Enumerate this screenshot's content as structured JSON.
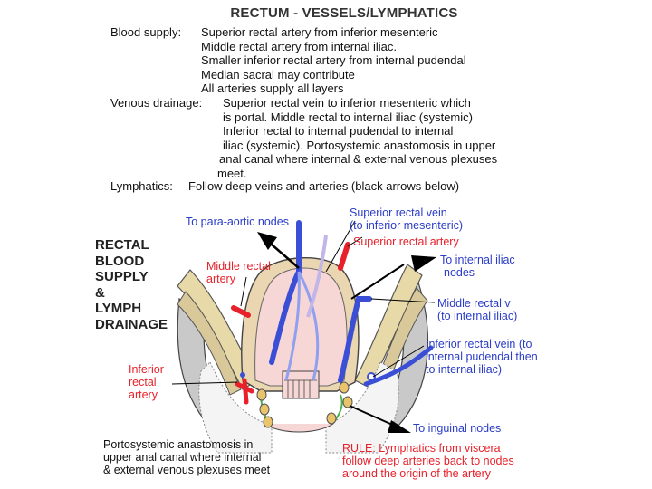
{
  "title": "RECTUM - VESSELS/LYMPHATICS",
  "blood_supply": {
    "label": "Blood supply:",
    "lines": [
      "Superior rectal artery from inferior mesenteric",
      "Middle rectal artery from internal iliac.",
      "Smaller inferior rectal artery from internal pudendal",
      "Median sacral may contribute",
      "All arteries supply all layers"
    ]
  },
  "venous_drainage": {
    "label": "Venous drainage:",
    "lines": [
      "Superior rectal vein to inferior mesenteric which",
      "is portal. Middle rectal to internal iliac (systemic)",
      "Inferior rectal to internal pudendal to internal",
      "iliac (systemic). Portosystemic anastomosis in upper",
      "anal canal where internal & external venous plexuses",
      "meet."
    ]
  },
  "lymphatics": {
    "label": "Lymphatics:",
    "text": "Follow deep veins and arteries (black arrows below)"
  },
  "left_heading": [
    "RECTAL",
    "BLOOD",
    "SUPPLY",
    "&",
    "LYMPH",
    "DRAINAGE"
  ],
  "labels": {
    "para_aortic": "To para-aortic nodes",
    "sup_rectal_vein": [
      "Superior rectal vein",
      "(to inferior mesenteric)"
    ],
    "sup_rectal_artery": "Superior rectal artery",
    "middle_rectal_artery": [
      "Middle rectal",
      "artery"
    ],
    "internal_iliac_nodes": [
      "To internal iliac",
      "nodes"
    ],
    "middle_rectal_vein": [
      "Middle rectal v",
      "(to internal iliac)"
    ],
    "inferior_rectal_artery": [
      "Inferior",
      "rectal",
      "artery"
    ],
    "inferior_rectal_vein": [
      "Inferior rectal vein (to",
      "internal pudendal then",
      "to internal iliac)"
    ],
    "inguinal_nodes": "To inguinal nodes",
    "portosystemic": [
      "Portosystemic anastomosis in",
      "upper anal canal where internal",
      "& external venous plexuses meet"
    ],
    "rule": [
      "RULE: Lymphatics from viscera",
      "follow deep  arteries back to nodes",
      "around the origin of the artery"
    ]
  },
  "colors": {
    "artery": "#e8202a",
    "vein": "#3a4fd6",
    "rectum_fill": "#f7d6d6",
    "muscle": "#e8d9a8",
    "bone": "#c9c9c9",
    "node": "#e9c46a",
    "lymph_vessel": "#4caf50"
  }
}
